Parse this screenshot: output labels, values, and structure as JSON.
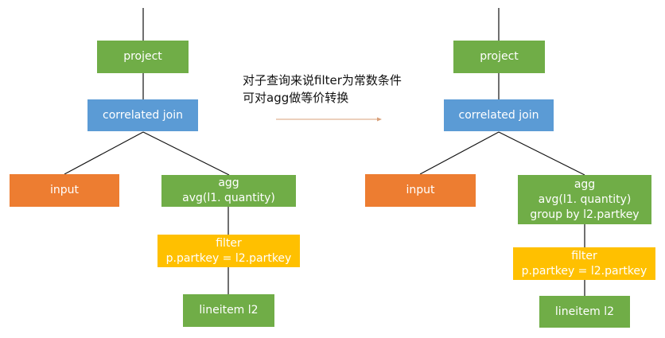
{
  "caption": {
    "line1": "对子查询来说filter为常数条件",
    "line2": "可对agg做等价转换"
  },
  "colors": {
    "green": "#70ad47",
    "blue": "#5b9bd5",
    "orange": "#ed7d31",
    "yellow": "#ffc000",
    "arrow": "#d9a07a"
  },
  "left_tree": {
    "project": "project",
    "join": "correlated join",
    "input": "input",
    "agg": {
      "title": "agg",
      "expr": "avg(l1. quantity)"
    },
    "filter": {
      "title": "filter",
      "cond": "p.partkey = l2.partkey"
    },
    "scan": "lineitem l2"
  },
  "right_tree": {
    "project": "project",
    "join": "correlated join",
    "input": "input",
    "agg": {
      "title": "agg",
      "expr": "avg(l1. quantity)",
      "group": "group by l2.partkey"
    },
    "filter": {
      "title": "filter",
      "cond": "p.partkey = l2.partkey"
    },
    "scan": "lineitem l2"
  }
}
